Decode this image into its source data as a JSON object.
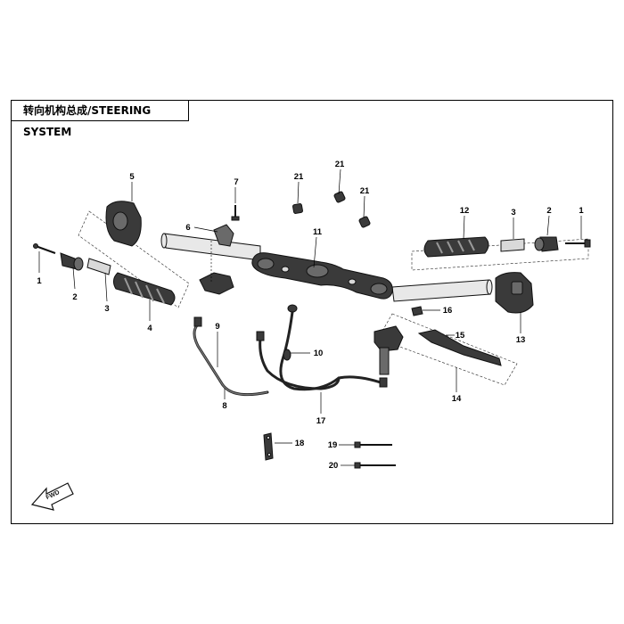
{
  "title": "转向机构总成/STEERING SYSTEM",
  "fwd_label": "FWD",
  "callouts": {
    "c1a": "1",
    "c1b": "1",
    "c2a": "2",
    "c2b": "2",
    "c3a": "3",
    "c3b": "3",
    "c4": "4",
    "c5": "5",
    "c6": "6",
    "c7": "7",
    "c8": "8",
    "c9": "9",
    "c10": "10",
    "c11": "11",
    "c12": "12",
    "c13": "13",
    "c14": "14",
    "c15": "15",
    "c16": "16",
    "c17": "17",
    "c18": "18",
    "c19": "19",
    "c20": "20",
    "c21a": "21",
    "c21b": "21",
    "c21c": "21"
  }
}
